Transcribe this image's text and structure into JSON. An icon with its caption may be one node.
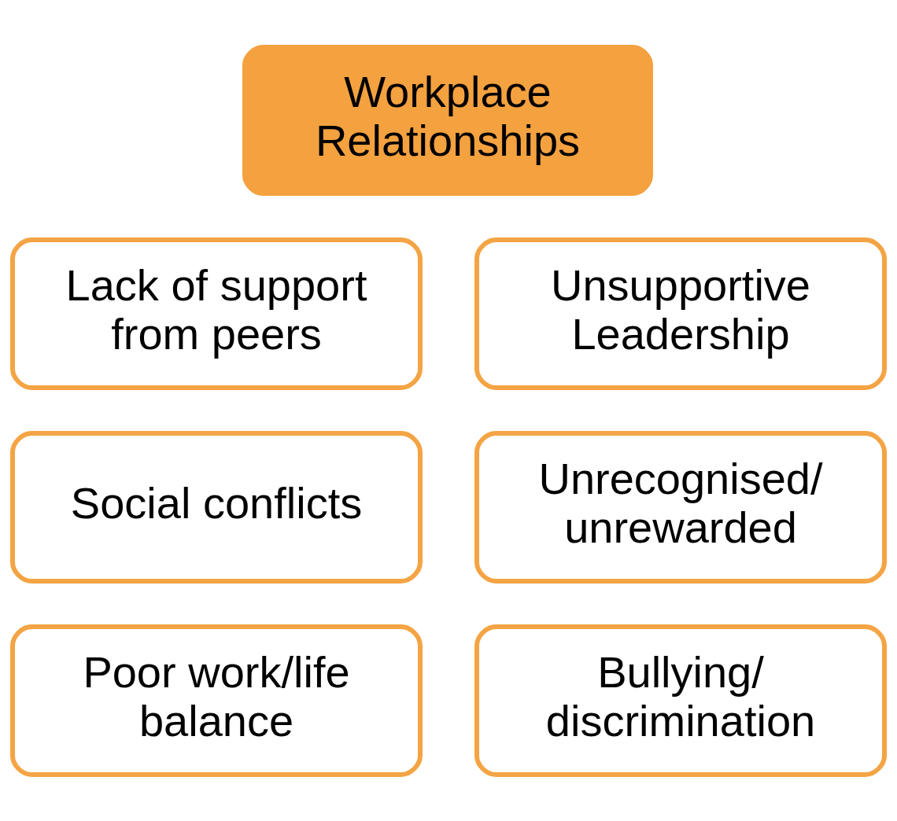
{
  "diagram": {
    "nodes": [
      {
        "text": [
          "Workplace Relationships"
        ]
      },
      {
        "text": [
          "Lack of support from peers"
        ]
      },
      {
        "text": [
          "Unsupportive Leadership"
        ]
      },
      {
        "text": [
          "Social conflicts"
        ]
      },
      {
        "text": [
          "Unrecognised/ unrewarded"
        ]
      },
      {
        "text": [
          "Poor work/life balance"
        ]
      },
      {
        "text": [
          "Bullying/ discrimination"
        ]
      }
    ]
  }
}
